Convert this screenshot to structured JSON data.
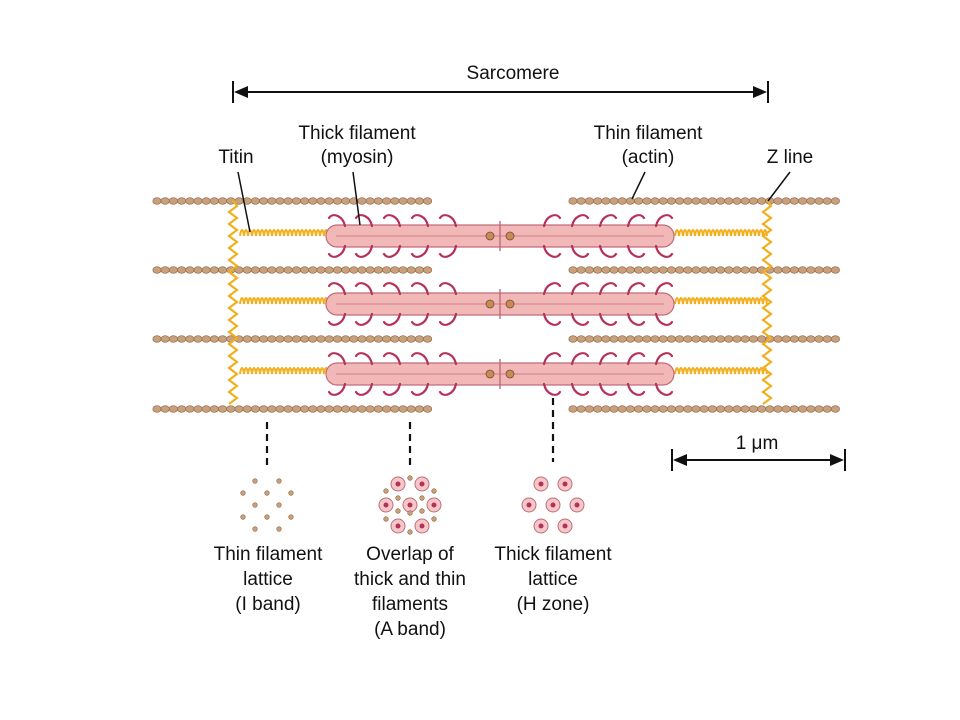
{
  "labels": {
    "sarcomere": "Sarcomere",
    "thick_filament_l1": "Thick filament",
    "thick_filament_l2": "(myosin)",
    "titin": "Titin",
    "thin_filament_l1": "Thin filament",
    "thin_filament_l2": "(actin)",
    "z_line": "Z line",
    "scale": "1 μm",
    "i_band_l1": "Thin filament",
    "i_band_l2": "lattice",
    "i_band_l3": "(I band)",
    "a_band_l1": "Overlap of",
    "a_band_l2": "thick and thin",
    "a_band_l3": "filaments",
    "a_band_l4": "(A band)",
    "h_zone_l1": "Thick filament",
    "h_zone_l2": "lattice",
    "h_zone_l3": "(H zone)"
  },
  "colors": {
    "background": "#ffffff",
    "actin_bead": "#c8a07c",
    "actin_bead_outline": "#8a6446",
    "titin": "#f0b020",
    "myosin_shaft": "#f2b8b8",
    "myosin_outline": "#c06c78",
    "myosin_heads": "#b8305a",
    "line": "#111111"
  }
}
